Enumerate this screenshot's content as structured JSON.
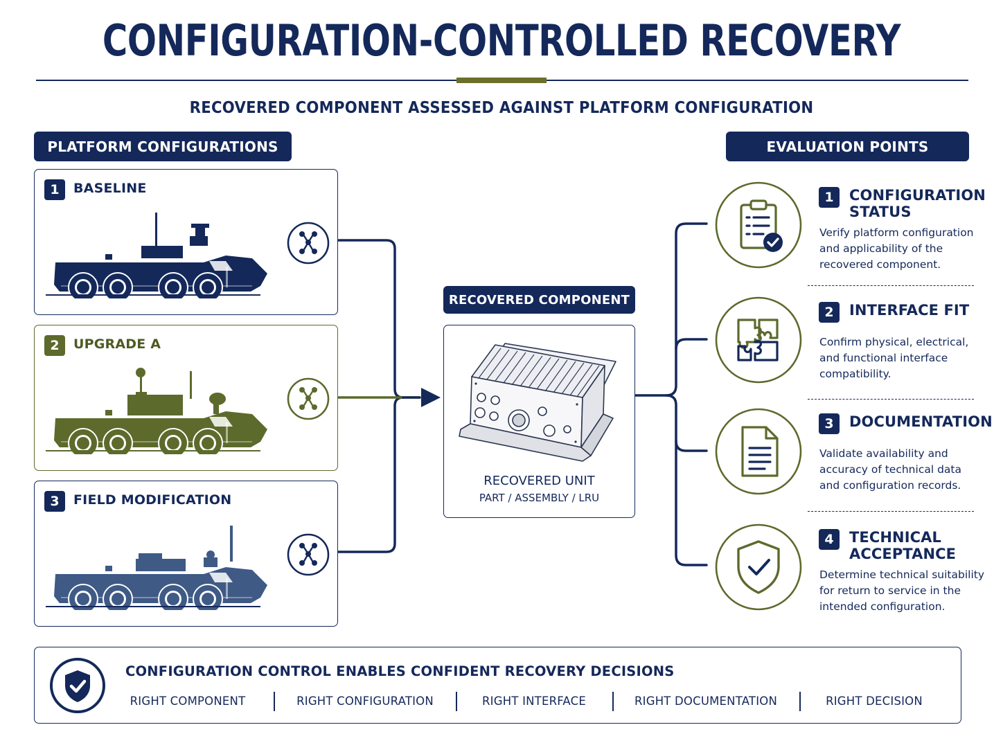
{
  "title": "CONFIGURATION-CONTROLLED RECOVERY",
  "subtitle": "RECOVERED COMPONENT ASSESSED AGAINST PLATFORM CONFIGURATION",
  "colors": {
    "navy": "#14285a",
    "olive": "#5c6a2c",
    "steel": "#3f5a85",
    "accent": "#6b6f2a"
  },
  "platform": {
    "header": "PLATFORM CONFIGURATIONS",
    "items": [
      {
        "num": "1",
        "label": "BASELINE",
        "color": "#14285a",
        "icon": "network-branch-icon"
      },
      {
        "num": "2",
        "label": "UPGRADE A",
        "color": "#5c6a2c",
        "icon": "network-branch-icon"
      },
      {
        "num": "3",
        "label": "FIELD MODIFICATION",
        "color": "#3f5a85",
        "icon": "network-branch-icon"
      }
    ]
  },
  "component": {
    "header": "RECOVERED COMPONENT",
    "unit_title": "RECOVERED UNIT",
    "unit_sub": "PART / ASSEMBLY / LRU"
  },
  "evaluation": {
    "header": "EVALUATION POINTS",
    "items": [
      {
        "num": "1",
        "title_lines": [
          "CONFIGURATION",
          "STATUS"
        ],
        "desc_lines": [
          "Verify platform configuration",
          "and applicability of the",
          "recovered component."
        ],
        "icon": "clipboard-check-icon"
      },
      {
        "num": "2",
        "title_lines": [
          "INTERFACE FIT"
        ],
        "desc_lines": [
          "Confirm physical, electrical,",
          "and functional interface",
          "compatibility."
        ],
        "icon": "puzzle-icon"
      },
      {
        "num": "3",
        "title_lines": [
          "DOCUMENTATION"
        ],
        "desc_lines": [
          "Validate availability and",
          "accuracy of technical data",
          "and configuration records."
        ],
        "icon": "document-icon"
      },
      {
        "num": "4",
        "title_lines": [
          "TECHNICAL",
          "ACCEPTANCE"
        ],
        "desc_lines": [
          "Determine technical suitability",
          "for return to service in the",
          "intended configuration."
        ],
        "icon": "shield-check-icon"
      }
    ]
  },
  "footer": {
    "title": "CONFIGURATION CONTROL ENABLES CONFIDENT RECOVERY DECISIONS",
    "items": [
      "RIGHT COMPONENT",
      "RIGHT CONFIGURATION",
      "RIGHT INTERFACE",
      "RIGHT DOCUMENTATION",
      "RIGHT DECISION"
    ],
    "icon": "shield-check-icon"
  }
}
